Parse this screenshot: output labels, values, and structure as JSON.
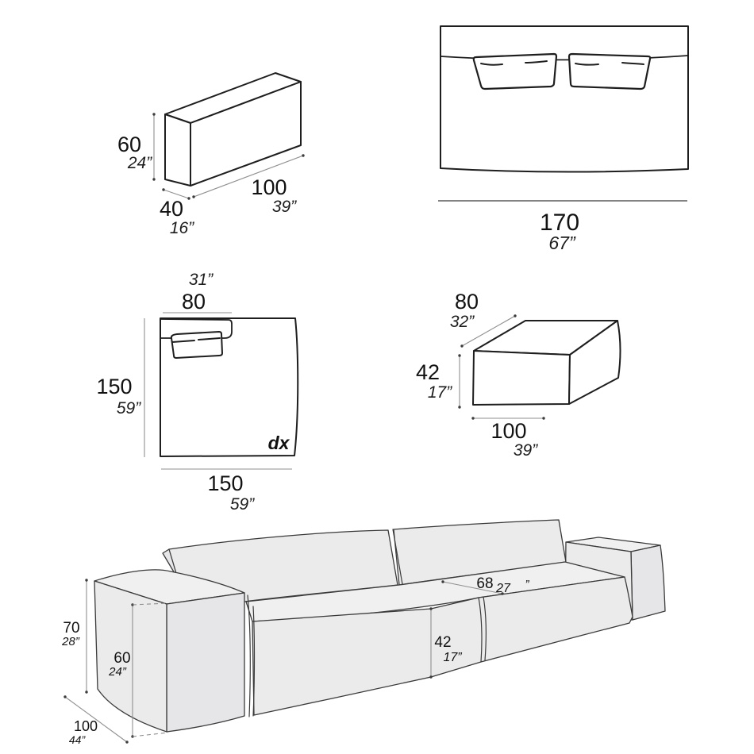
{
  "colors": {
    "outline": "#1e1e1e",
    "sofa_outline": "#3a3a3a",
    "sofa_fill_top": "#f0f0f1",
    "sofa_fill_front": "#ebebec",
    "sofa_fill_side": "#e6e6e8",
    "dimension_line": "#8f8f8f",
    "text": "#111111",
    "background": "#ffffff"
  },
  "figures": {
    "bolster": {
      "height_cm": "60",
      "height_in": "24”",
      "depth_cm": "40",
      "depth_in": "16”",
      "width_cm": "100",
      "width_in": "39”"
    },
    "top_view": {
      "width_cm": "170",
      "width_in": "67”"
    },
    "corner_plan": {
      "top_in": "31”",
      "top_cm": "80",
      "side_cm": "150",
      "side_in": "59”",
      "bottom_cm": "150",
      "bottom_in": "59”",
      "variant": "dx"
    },
    "ottoman": {
      "top_cm": "80",
      "top_in": "32”",
      "height_cm": "42",
      "height_in": "17”",
      "width_cm": "100",
      "width_in": "39”"
    },
    "sofa": {
      "height_cm": "70",
      "height_in": "28”",
      "arm_height_cm": "60",
      "arm_height_in": "24”",
      "depth_cm": "100",
      "depth_in": "44”",
      "seat_depth_cm": "68",
      "seat_depth_in": "27",
      "seat_depth_in_mark": "”",
      "seat_height_cm": "42",
      "seat_height_in": "17”"
    }
  }
}
